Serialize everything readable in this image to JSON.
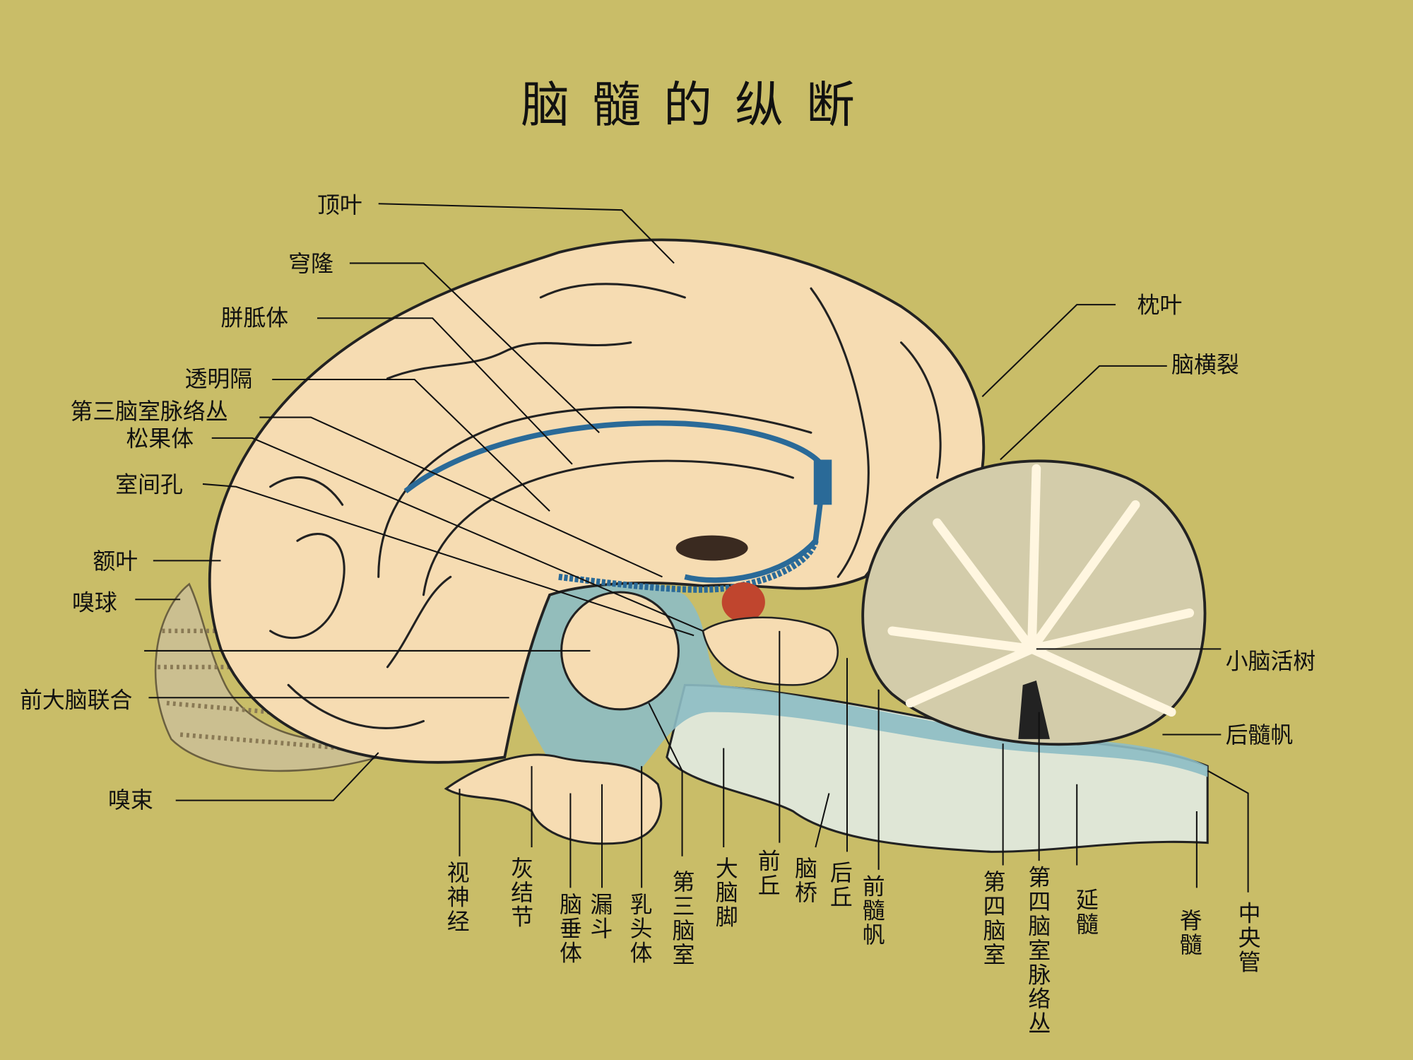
{
  "title": "脑 髓 的 纵 断",
  "colors": {
    "background": "#c9bd68",
    "cerebrum": "#f6dcb2",
    "cerebellum": "#d3ccaa",
    "ventricle": "#8dbcc4",
    "brainstem": "#dfe6d6",
    "vessel": "#2a6a98",
    "pineal": "#c0452e"
  },
  "labels_left": [
    "顶叶",
    "穹隆",
    "胼胝体",
    "透明隔",
    "第三脑室脉络丛",
    "松果体",
    "室间孔",
    "额叶",
    "嗅球",
    "前大脑联合",
    "嗅束"
  ],
  "labels_right": [
    "枕叶",
    "脑横裂",
    "小脑活树",
    "后髓帆"
  ],
  "labels_bottom": [
    "视神经",
    "灰结节",
    "脑垂体",
    "漏斗",
    "乳头体",
    "第三脑室",
    "大脑脚",
    "前丘",
    "脑桥",
    "后丘",
    "前髓帆",
    "第四脑室",
    "第四脑室脉络丛",
    "延髓",
    "脊髓",
    "中央管"
  ]
}
